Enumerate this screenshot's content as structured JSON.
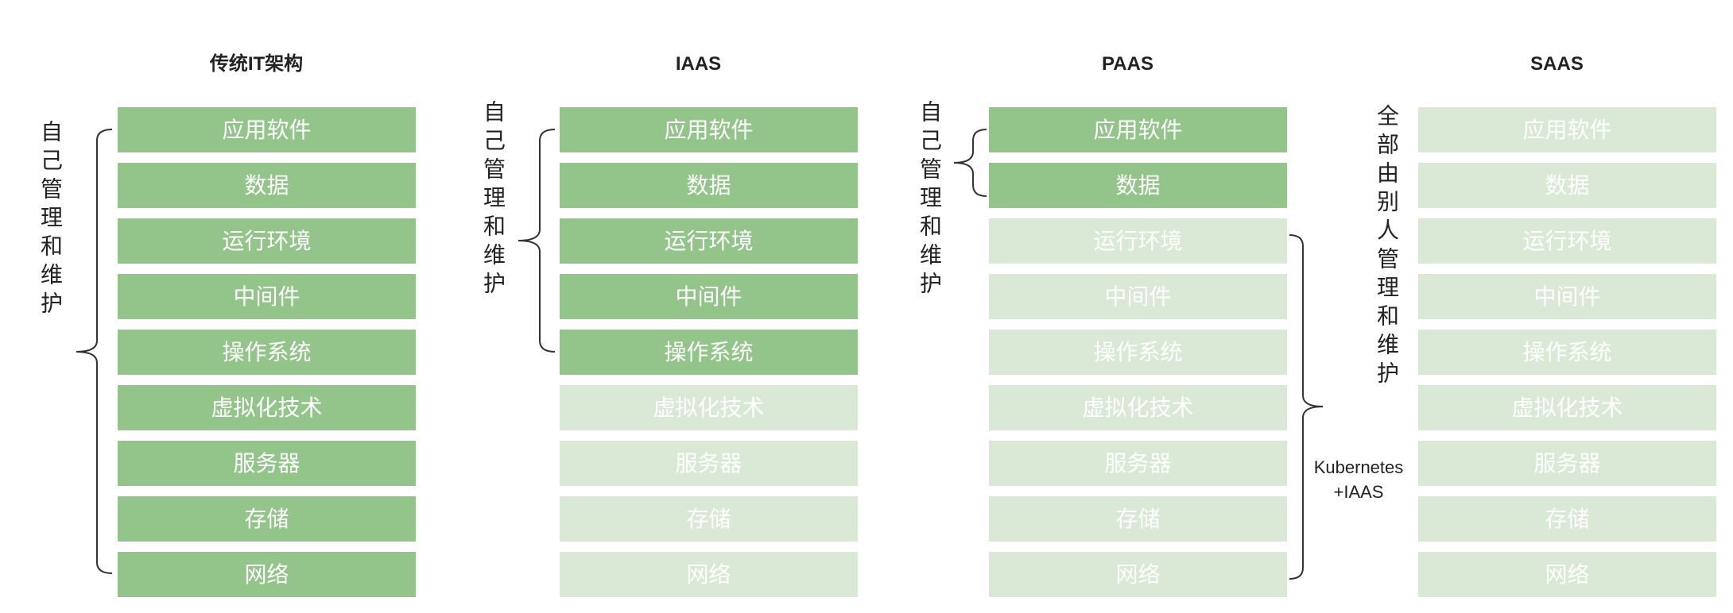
{
  "columns": [
    {
      "title": "传统IT架构",
      "side_label": "自己管理和维护",
      "layers": [
        {
          "label": "应用软件",
          "self_managed": true
        },
        {
          "label": "数据",
          "self_managed": true
        },
        {
          "label": "运行环境",
          "self_managed": true
        },
        {
          "label": "中间件",
          "self_managed": true
        },
        {
          "label": "操作系统",
          "self_managed": true
        },
        {
          "label": "虚拟化技术",
          "self_managed": true
        },
        {
          "label": "服务器",
          "self_managed": true
        },
        {
          "label": "存储",
          "self_managed": true
        },
        {
          "label": "网络",
          "self_managed": true
        }
      ]
    },
    {
      "title": "IAAS",
      "side_label": "自己管理和维护",
      "layers": [
        {
          "label": "应用软件",
          "self_managed": true
        },
        {
          "label": "数据",
          "self_managed": true
        },
        {
          "label": "运行环境",
          "self_managed": true
        },
        {
          "label": "中间件",
          "self_managed": true
        },
        {
          "label": "操作系统",
          "self_managed": true
        },
        {
          "label": "虚拟化技术",
          "self_managed": false
        },
        {
          "label": "服务器",
          "self_managed": false
        },
        {
          "label": "存储",
          "self_managed": false
        },
        {
          "label": "网络",
          "self_managed": false
        }
      ]
    },
    {
      "title": "PAAS",
      "side_label": "自己管理和维护",
      "note_lines": [
        "Kubernetes",
        "+IAAS"
      ],
      "layers": [
        {
          "label": "应用软件",
          "self_managed": true
        },
        {
          "label": "数据",
          "self_managed": true
        },
        {
          "label": "运行环境",
          "self_managed": false
        },
        {
          "label": "中间件",
          "self_managed": false
        },
        {
          "label": "操作系统",
          "self_managed": false
        },
        {
          "label": "虚拟化技术",
          "self_managed": false
        },
        {
          "label": "服务器",
          "self_managed": false
        },
        {
          "label": "存储",
          "self_managed": false
        },
        {
          "label": "网络",
          "self_managed": false
        }
      ]
    },
    {
      "title": "SAAS",
      "side_label": "全部由别人管理和维护",
      "layers": [
        {
          "label": "应用软件",
          "self_managed": false
        },
        {
          "label": "数据",
          "self_managed": false
        },
        {
          "label": "运行环境",
          "self_managed": false
        },
        {
          "label": "中间件",
          "self_managed": false
        },
        {
          "label": "操作系统",
          "self_managed": false
        },
        {
          "label": "虚拟化技术",
          "self_managed": false
        },
        {
          "label": "服务器",
          "self_managed": false
        },
        {
          "label": "存储",
          "self_managed": false
        },
        {
          "label": "网络",
          "self_managed": false
        }
      ]
    }
  ],
  "colors": {
    "self_managed": "#93c58a",
    "provider_managed": "#dae9d6",
    "text": "#222222",
    "box_text": "#ffffff"
  }
}
